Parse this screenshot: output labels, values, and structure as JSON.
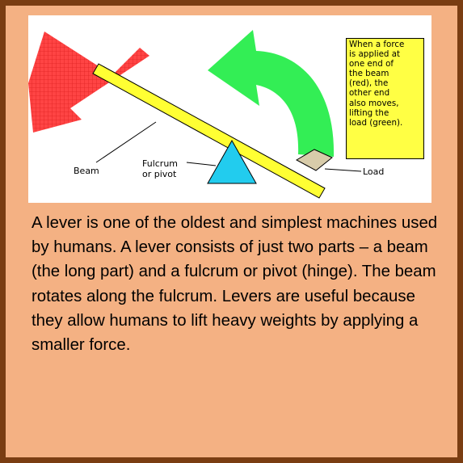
{
  "figure": {
    "note": "When a force\nis applied at\none end of\nthe beam\n(red), the\nother end\nalso moves,\nlifting the\nload (green).",
    "labels": {
      "beam": "Beam",
      "fulcrum": "Fulcrum\nor pivot",
      "load": "Load"
    },
    "colors": {
      "force_arrow": "#ff4444",
      "lift_arrow": "#33ee55",
      "beam": "#ffff33",
      "fulcrum": "#22ccee",
      "load": "#d8ccaa",
      "note_box": "#ffff44"
    }
  },
  "body_text": "A lever is one of the oldest and simplest machines used by humans. A lever consists of just two parts – a beam (the long part) and a fulcrum or pivot (hinge). The beam rotates along the fulcrum. Levers are useful because they allow humans to lift heavy weights by applying a smaller force.",
  "colors": {
    "frame": "#7a3d12",
    "card": "#f4b183"
  }
}
